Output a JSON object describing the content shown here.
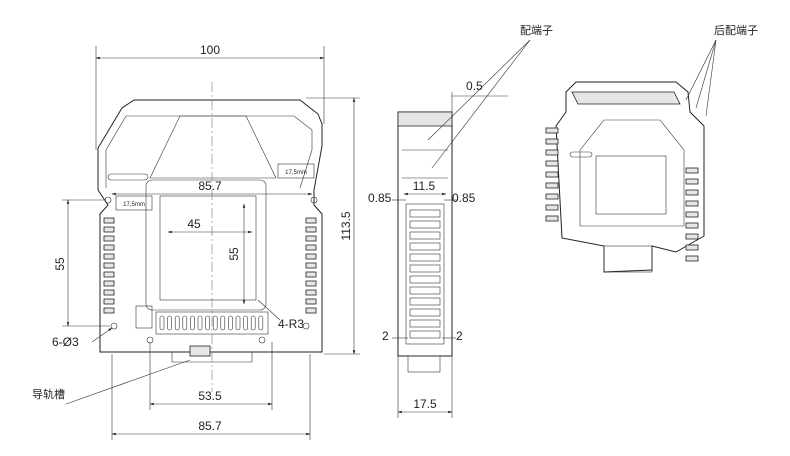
{
  "front_view": {
    "dim_width_top": "100",
    "dim_height": "113.5",
    "dim_window_width": "85.7",
    "dim_inner_45": "45",
    "dim_inner_55": "55",
    "dim_left_55": "55",
    "dim_hole": "6-Ø3",
    "dim_radius": "4-R3",
    "dim_bottom_53_5": "53.5",
    "dim_bottom_85_7": "85.7",
    "label_small_1": "17,5mm",
    "label_small_2": "17,5mm",
    "label_rail_groove": "导轨槽"
  },
  "side_view": {
    "label_terminal": "配端子",
    "dim_0_5": "0.5",
    "dim_11_5": "11.5",
    "dim_0_85_left": "0.85",
    "dim_0_85_right": "0.85",
    "dim_2_left": "2",
    "dim_2_right": "2",
    "dim_17_5": "17.5"
  },
  "iso_view": {
    "label_rear_terminal": "后配端子"
  }
}
